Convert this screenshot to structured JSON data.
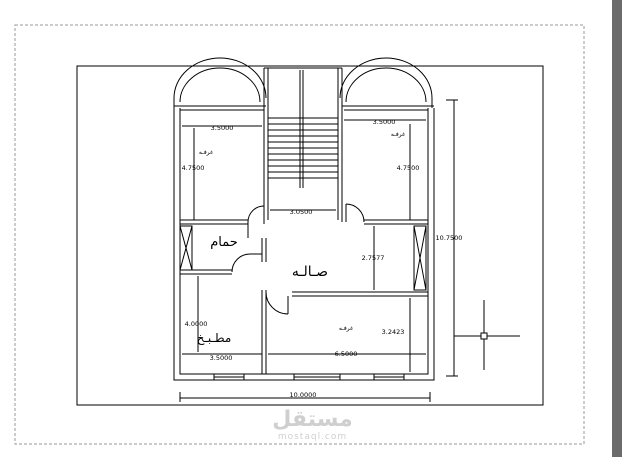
{
  "drawing": {
    "line_color": "#000000",
    "frame_color": "#999999",
    "labels": {
      "hall": "صـالـه",
      "bath": "حمام",
      "kitchen": "مطـبـخ",
      "room_top_left": "غرفـه",
      "room_top_right": "غرفـه",
      "room_bottom_right": "غرفـه"
    },
    "dimensions": {
      "top_left_width": "3.5000",
      "top_right_width": "3.5000",
      "top_left_height": "4.7500",
      "top_right_height": "4.7500",
      "stair_width": "3.0500",
      "hall_height": "2.7577",
      "kitchen_height": "4.0000",
      "kitchen_width": "3.5000",
      "bottom_right_width": "6.5000",
      "bottom_right_height": "3.2423",
      "overall_width": "10.0000",
      "overall_height": "10.7500"
    }
  },
  "watermark": {
    "logo": "مستقل",
    "domain": "mostaql.com"
  }
}
